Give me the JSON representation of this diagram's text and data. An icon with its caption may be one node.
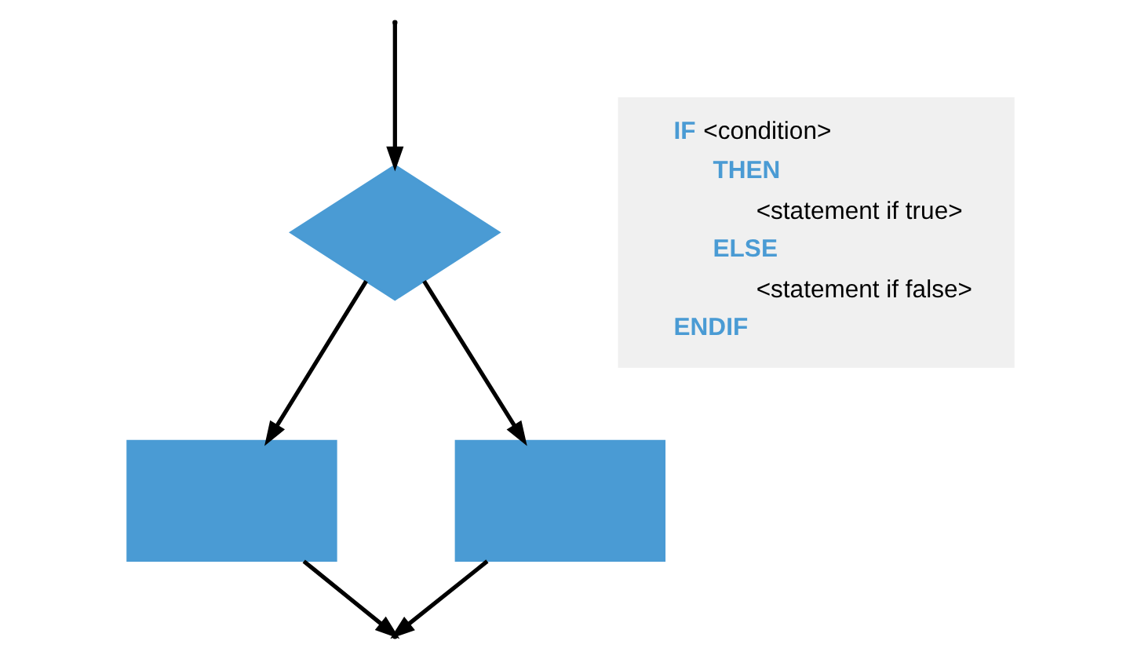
{
  "diagram": {
    "nodes": [
      {
        "text": [],
        "shape": "diamond"
      },
      {
        "text": [],
        "shape": "box"
      },
      {
        "text": [],
        "shape": "box"
      },
      {
        "text": [
          "**IF** <condition>",
          "THEN",
          "<statement if true>",
          "ELSE",
          "<statement if false>",
          "ENDIF"
        ]
      }
    ],
    "edges": [
      {
        "from": null,
        "to": 0,
        "arrow": "to"
      },
      {
        "from": 0,
        "to": 1,
        "arrow": "to"
      },
      {
        "from": 0,
        "to": 2,
        "arrow": "to"
      },
      {
        "from": 1,
        "to": null,
        "arrow": "to"
      },
      {
        "from": 2,
        "to": null,
        "arrow": "to"
      }
    ]
  }
}
